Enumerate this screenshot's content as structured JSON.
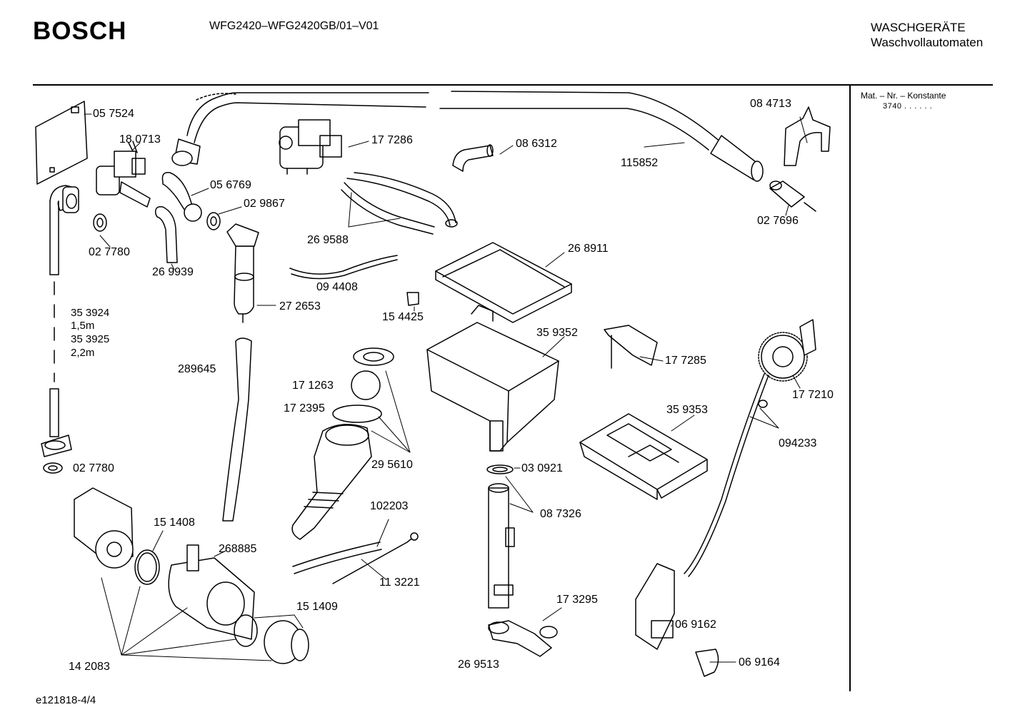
{
  "header": {
    "brand": "BOSCH",
    "model": "WFG2420–WFG2420GB/01–V01",
    "category_line1": "WASCHGERÄTE",
    "category_line2": "Waschvollautomaten"
  },
  "side_panel": {
    "heading": "Mat. – Nr. – Konstante",
    "value": "3740  .  .  .  .  .  ."
  },
  "footer": {
    "drawing_id": "e121818-4/4"
  },
  "parts": {
    "p057524": "05 7524",
    "p180713": "18 0713",
    "p177286": "17 7286",
    "p086312": "08 6312",
    "p084713": "08 4713",
    "p115852": "115852",
    "p056769": "05 6769",
    "p029867": "02 9867",
    "p027780a": "02 7780",
    "p269939": "26 9939",
    "p269588": "26 9588",
    "p027696": "02 7696",
    "p268911": "26 8911",
    "p094408": "09 4408",
    "p272653": "27 2653",
    "p154425": "15 4425",
    "p353924": "35 3924",
    "len15": "1,5m",
    "p353925": "35 3925",
    "len22": "2,2m",
    "p359352": "35 9352",
    "p289645": "289645",
    "p177285": "17 7285",
    "p171263": "17 1263",
    "p177210": "17 7210",
    "p172395": "17 2395",
    "p359353": "35 9353",
    "p295610": "29 5610",
    "p094233": "094233",
    "p027780b": "02 7780",
    "p030921": "03 0921",
    "p102203": "102203",
    "p087326": "08 7326",
    "p151408": "15 1408",
    "p268885": "268885",
    "p113221": "11 3221",
    "p173295": "17 3295",
    "p151409": "15 1409",
    "p069162": "06 9162",
    "p142083": "14 2083",
    "p269513": "26 9513",
    "p069164": "06 9164"
  }
}
